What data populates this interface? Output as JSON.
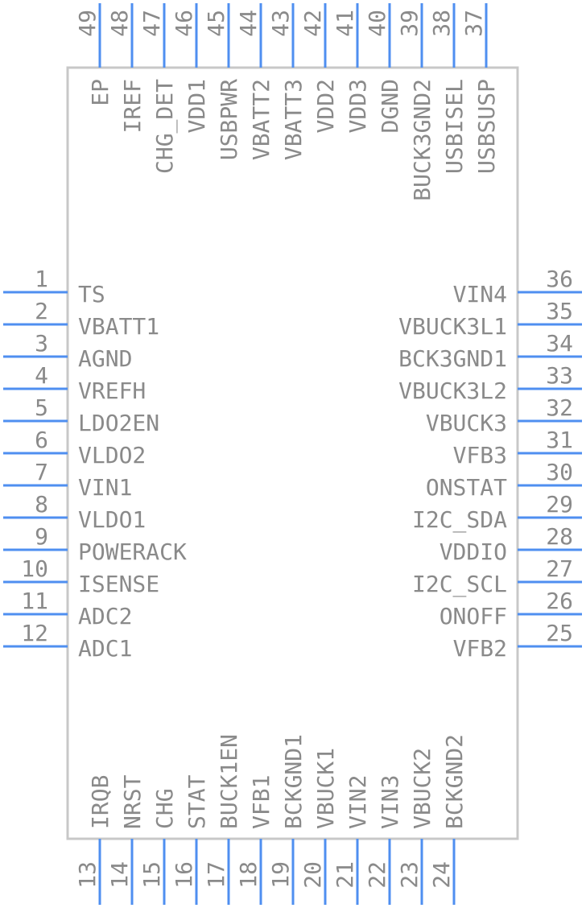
{
  "colors": {
    "pin": "#4f8ff0",
    "body_stroke": "#c8c8c8",
    "text": "#8a8a8a"
  },
  "pins": {
    "left": [
      {
        "num": "1",
        "name": "TS"
      },
      {
        "num": "2",
        "name": "VBATT1"
      },
      {
        "num": "3",
        "name": "AGND"
      },
      {
        "num": "4",
        "name": "VREFH"
      },
      {
        "num": "5",
        "name": "LDO2EN"
      },
      {
        "num": "6",
        "name": "VLDO2"
      },
      {
        "num": "7",
        "name": "VIN1"
      },
      {
        "num": "8",
        "name": "VLDO1"
      },
      {
        "num": "9",
        "name": "POWERACK"
      },
      {
        "num": "10",
        "name": "ISENSE"
      },
      {
        "num": "11",
        "name": "ADC2"
      },
      {
        "num": "12",
        "name": "ADC1"
      }
    ],
    "bottom": [
      {
        "num": "13",
        "name": "IRQB"
      },
      {
        "num": "14",
        "name": "NRST"
      },
      {
        "num": "15",
        "name": "CHG"
      },
      {
        "num": "16",
        "name": "STAT"
      },
      {
        "num": "17",
        "name": "BUCK1EN"
      },
      {
        "num": "18",
        "name": "VFB1"
      },
      {
        "num": "19",
        "name": "BCKGND1"
      },
      {
        "num": "20",
        "name": "VBUCK1"
      },
      {
        "num": "21",
        "name": "VIN2"
      },
      {
        "num": "22",
        "name": "VIN3"
      },
      {
        "num": "23",
        "name": "VBUCK2"
      },
      {
        "num": "24",
        "name": "BCKGND2"
      }
    ],
    "right": [
      {
        "num": "25",
        "name": "VFB2"
      },
      {
        "num": "26",
        "name": "ONOFF"
      },
      {
        "num": "27",
        "name": "I2C_SCL"
      },
      {
        "num": "28",
        "name": "VDDIO"
      },
      {
        "num": "29",
        "name": "I2C_SDA"
      },
      {
        "num": "30",
        "name": "ONSTAT"
      },
      {
        "num": "31",
        "name": "VFB3"
      },
      {
        "num": "32",
        "name": "VBUCK3"
      },
      {
        "num": "33",
        "name": "VBUCK3L2"
      },
      {
        "num": "34",
        "name": "BCK3GND1"
      },
      {
        "num": "35",
        "name": "VBUCK3L1"
      },
      {
        "num": "36",
        "name": "VIN4"
      }
    ],
    "top": [
      {
        "num": "37",
        "name": "USBSUSP"
      },
      {
        "num": "38",
        "name": "USBISEL"
      },
      {
        "num": "39",
        "name": "BUCK3GND2"
      },
      {
        "num": "40",
        "name": "DGND"
      },
      {
        "num": "41",
        "name": "VDD3"
      },
      {
        "num": "42",
        "name": "VDD2"
      },
      {
        "num": "43",
        "name": "VBATT3"
      },
      {
        "num": "44",
        "name": "VBATT2"
      },
      {
        "num": "45",
        "name": "USBPWR"
      },
      {
        "num": "46",
        "name": "VDD1"
      },
      {
        "num": "47",
        "name": "CHG_DET"
      },
      {
        "num": "48",
        "name": "IREF"
      },
      {
        "num": "49",
        "name": "EP"
      }
    ]
  }
}
